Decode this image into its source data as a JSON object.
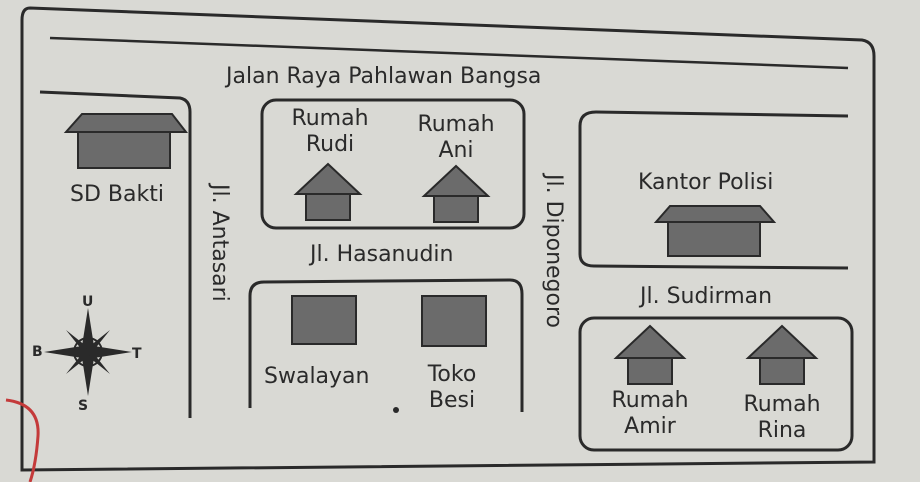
{
  "streets": {
    "main_road": "Jalan Raya Pahlawan Bangsa",
    "antasari": "Jl. Antasari",
    "diponegoro": "Jl. Diponegoro",
    "hasanudin": "Jl. Hasanudin",
    "sudirman": "Jl. Sudirman"
  },
  "places": {
    "sd_bakti": "SD Bakti",
    "rumah_rudi": [
      "Rumah",
      "Rudi"
    ],
    "rumah_ani": [
      "Rumah",
      "Ani"
    ],
    "kantor_polisi": "Kantor Polisi",
    "swalayan": "Swalayan",
    "toko_besi": [
      "Toko",
      "Besi"
    ],
    "rumah_amir": [
      "Rumah",
      "Amir"
    ],
    "rumah_rina": [
      "Rumah",
      "Rina"
    ]
  },
  "compass": {
    "north": "U",
    "south": "S",
    "west": "B",
    "east": "T"
  },
  "colors": {
    "paper": "#d9d9d4",
    "ink": "#2a2a2a",
    "fill": "#6b6b6b",
    "red_mark": "#c43a3a"
  }
}
